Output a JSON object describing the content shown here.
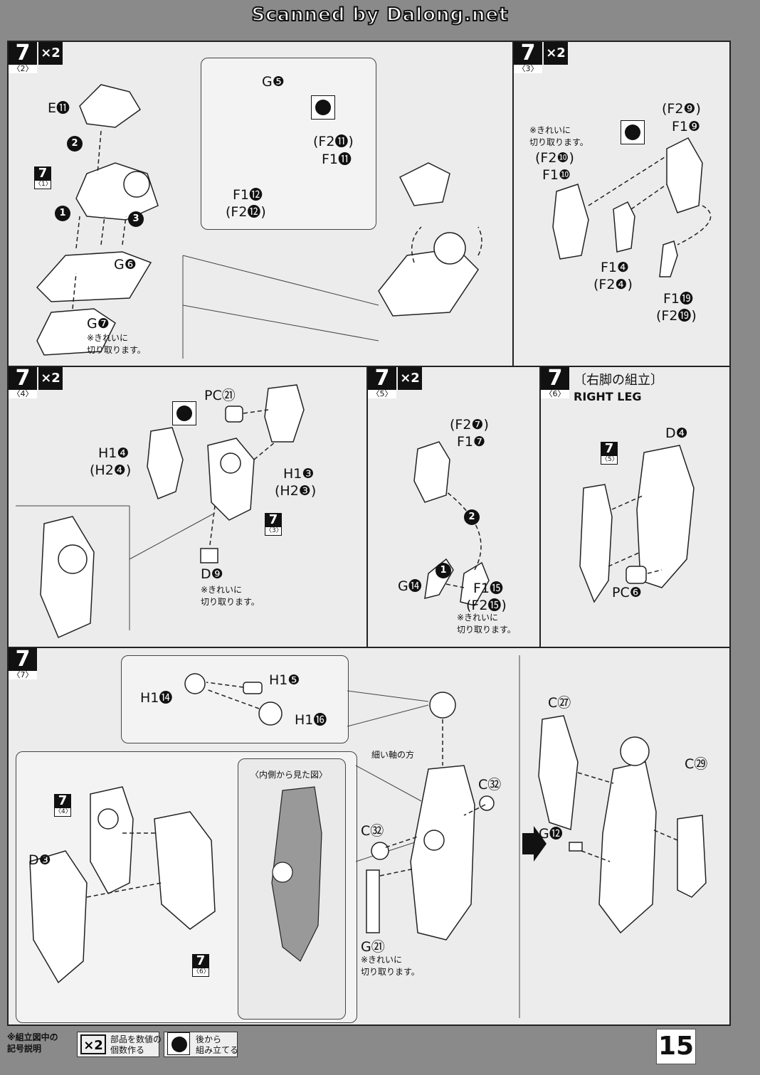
{
  "header": {
    "watermark": "Scanned by Dalong.net"
  },
  "step_number": "7",
  "multiplier": "×2",
  "panels": {
    "p2": {
      "sub": "〈2〉",
      "labels": {
        "e11": "E⓫",
        "g6": "G❻",
        "g7": "G❼",
        "g5": "G❺",
        "f2_11": "(F2⓫)",
        "f1_11": "F1⓫",
        "f1_12": "F1⓬",
        "f2_12": "(F2⓬)"
      },
      "ref": {
        "n": "7",
        "s": "〈1〉"
      },
      "note": "※きれいに\n切り取ります。"
    },
    "p3": {
      "sub": "〈3〉",
      "labels": {
        "f2_9": "(F2❾)",
        "f1_9": "F1❾",
        "f2_10": "(F2❿)",
        "f1_10": "F1❿",
        "f1_4": "F1❹",
        "f2_4": "(F2❹)",
        "f1_19": "F1⓳",
        "f2_19": "(F2⓳)"
      },
      "note": "※きれいに\n切り取ります。"
    },
    "p4": {
      "sub": "〈4〉",
      "labels": {
        "pc21": "PC㉑",
        "h1_4": "H1❹",
        "h2_4": "(H2❹)",
        "h1_3": "H1❸",
        "h2_3": "(H2❸)",
        "d9": "D❾"
      },
      "ref": {
        "n": "7",
        "s": "〈3〉"
      },
      "note": "※きれいに\n切り取ります。"
    },
    "p5": {
      "sub": "〈5〉",
      "labels": {
        "f2_7": "(F2❼)",
        "f1_7": "F1❼",
        "g14": "G⓮",
        "f1_15": "F1⓯",
        "f2_15": "(F2⓯)"
      },
      "note": "※きれいに\n切り取ります。"
    },
    "p6": {
      "sub": "〈6〉",
      "title": "〔右脚の組立〕",
      "subtitle": "RIGHT LEG",
      "labels": {
        "d4": "D❹",
        "pc6": "PC❻"
      },
      "ref": {
        "n": "7",
        "s": "〈5〉"
      }
    },
    "p7": {
      "sub": "〈7〉",
      "labels": {
        "h1_5": "H1❺",
        "h1_14": "H1⓮",
        "h1_16": "H1⓰",
        "thin_shaft": "細い軸の方",
        "c32a": "C㉜",
        "c32b": "C㉜",
        "g21": "G㉑",
        "d3": "D❸",
        "inner_view": "〈内側から見た図〉",
        "c27": "C㉗",
        "c29": "C㉙",
        "g12": "G⓬"
      },
      "ref_a": {
        "n": "7",
        "s": "〈4〉"
      },
      "ref_b": {
        "n": "7",
        "s": "〈6〉"
      },
      "note": "※きれいに\n切り取ります。"
    }
  },
  "legend": {
    "title": "※組立図中の\n記号説明",
    "x2_symbol": "×2",
    "x2_text": "部品を数値の\n個数作る",
    "back_text": "後から\n組み立てる"
  },
  "page_number": "15"
}
